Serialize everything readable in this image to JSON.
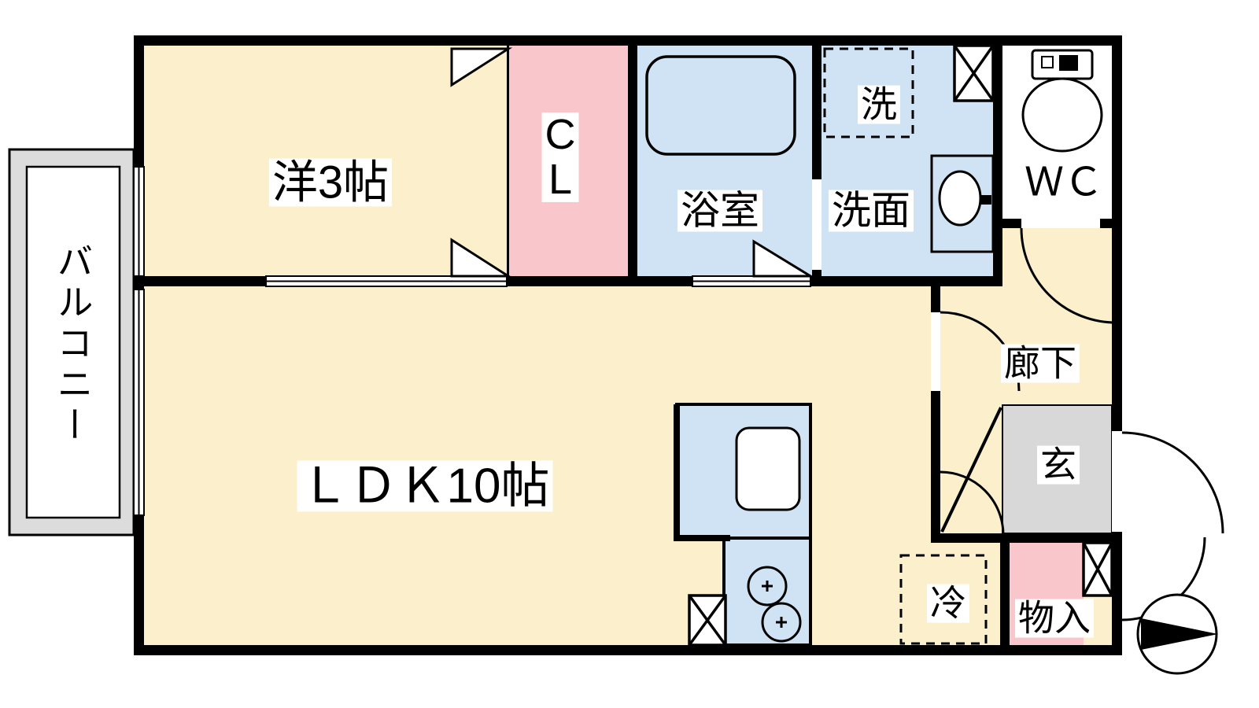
{
  "title": "1LDK apartment floor plan",
  "colors": {
    "room_cream": "#FBF0CB",
    "closet_pink": "#F8C6CB",
    "wet_area_blue": "#CFE3F4",
    "entrance_gray": "#D8D8D8",
    "balcony_gray": "#DCDCDC",
    "wall_black": "#000000",
    "white": "#FFFFFF"
  },
  "labels": {
    "western_room": "洋3帖",
    "closet_c": "C",
    "closet_l": "L",
    "bath": "浴室",
    "laundry": "洗",
    "washroom": "洗面",
    "wc": "ＷＣ",
    "hallway": "廊下",
    "entrance": "玄",
    "storage": "物入",
    "ldk": "ＬＤＫ10帖",
    "balcony": "バルコニー",
    "fridge": "冷"
  }
}
